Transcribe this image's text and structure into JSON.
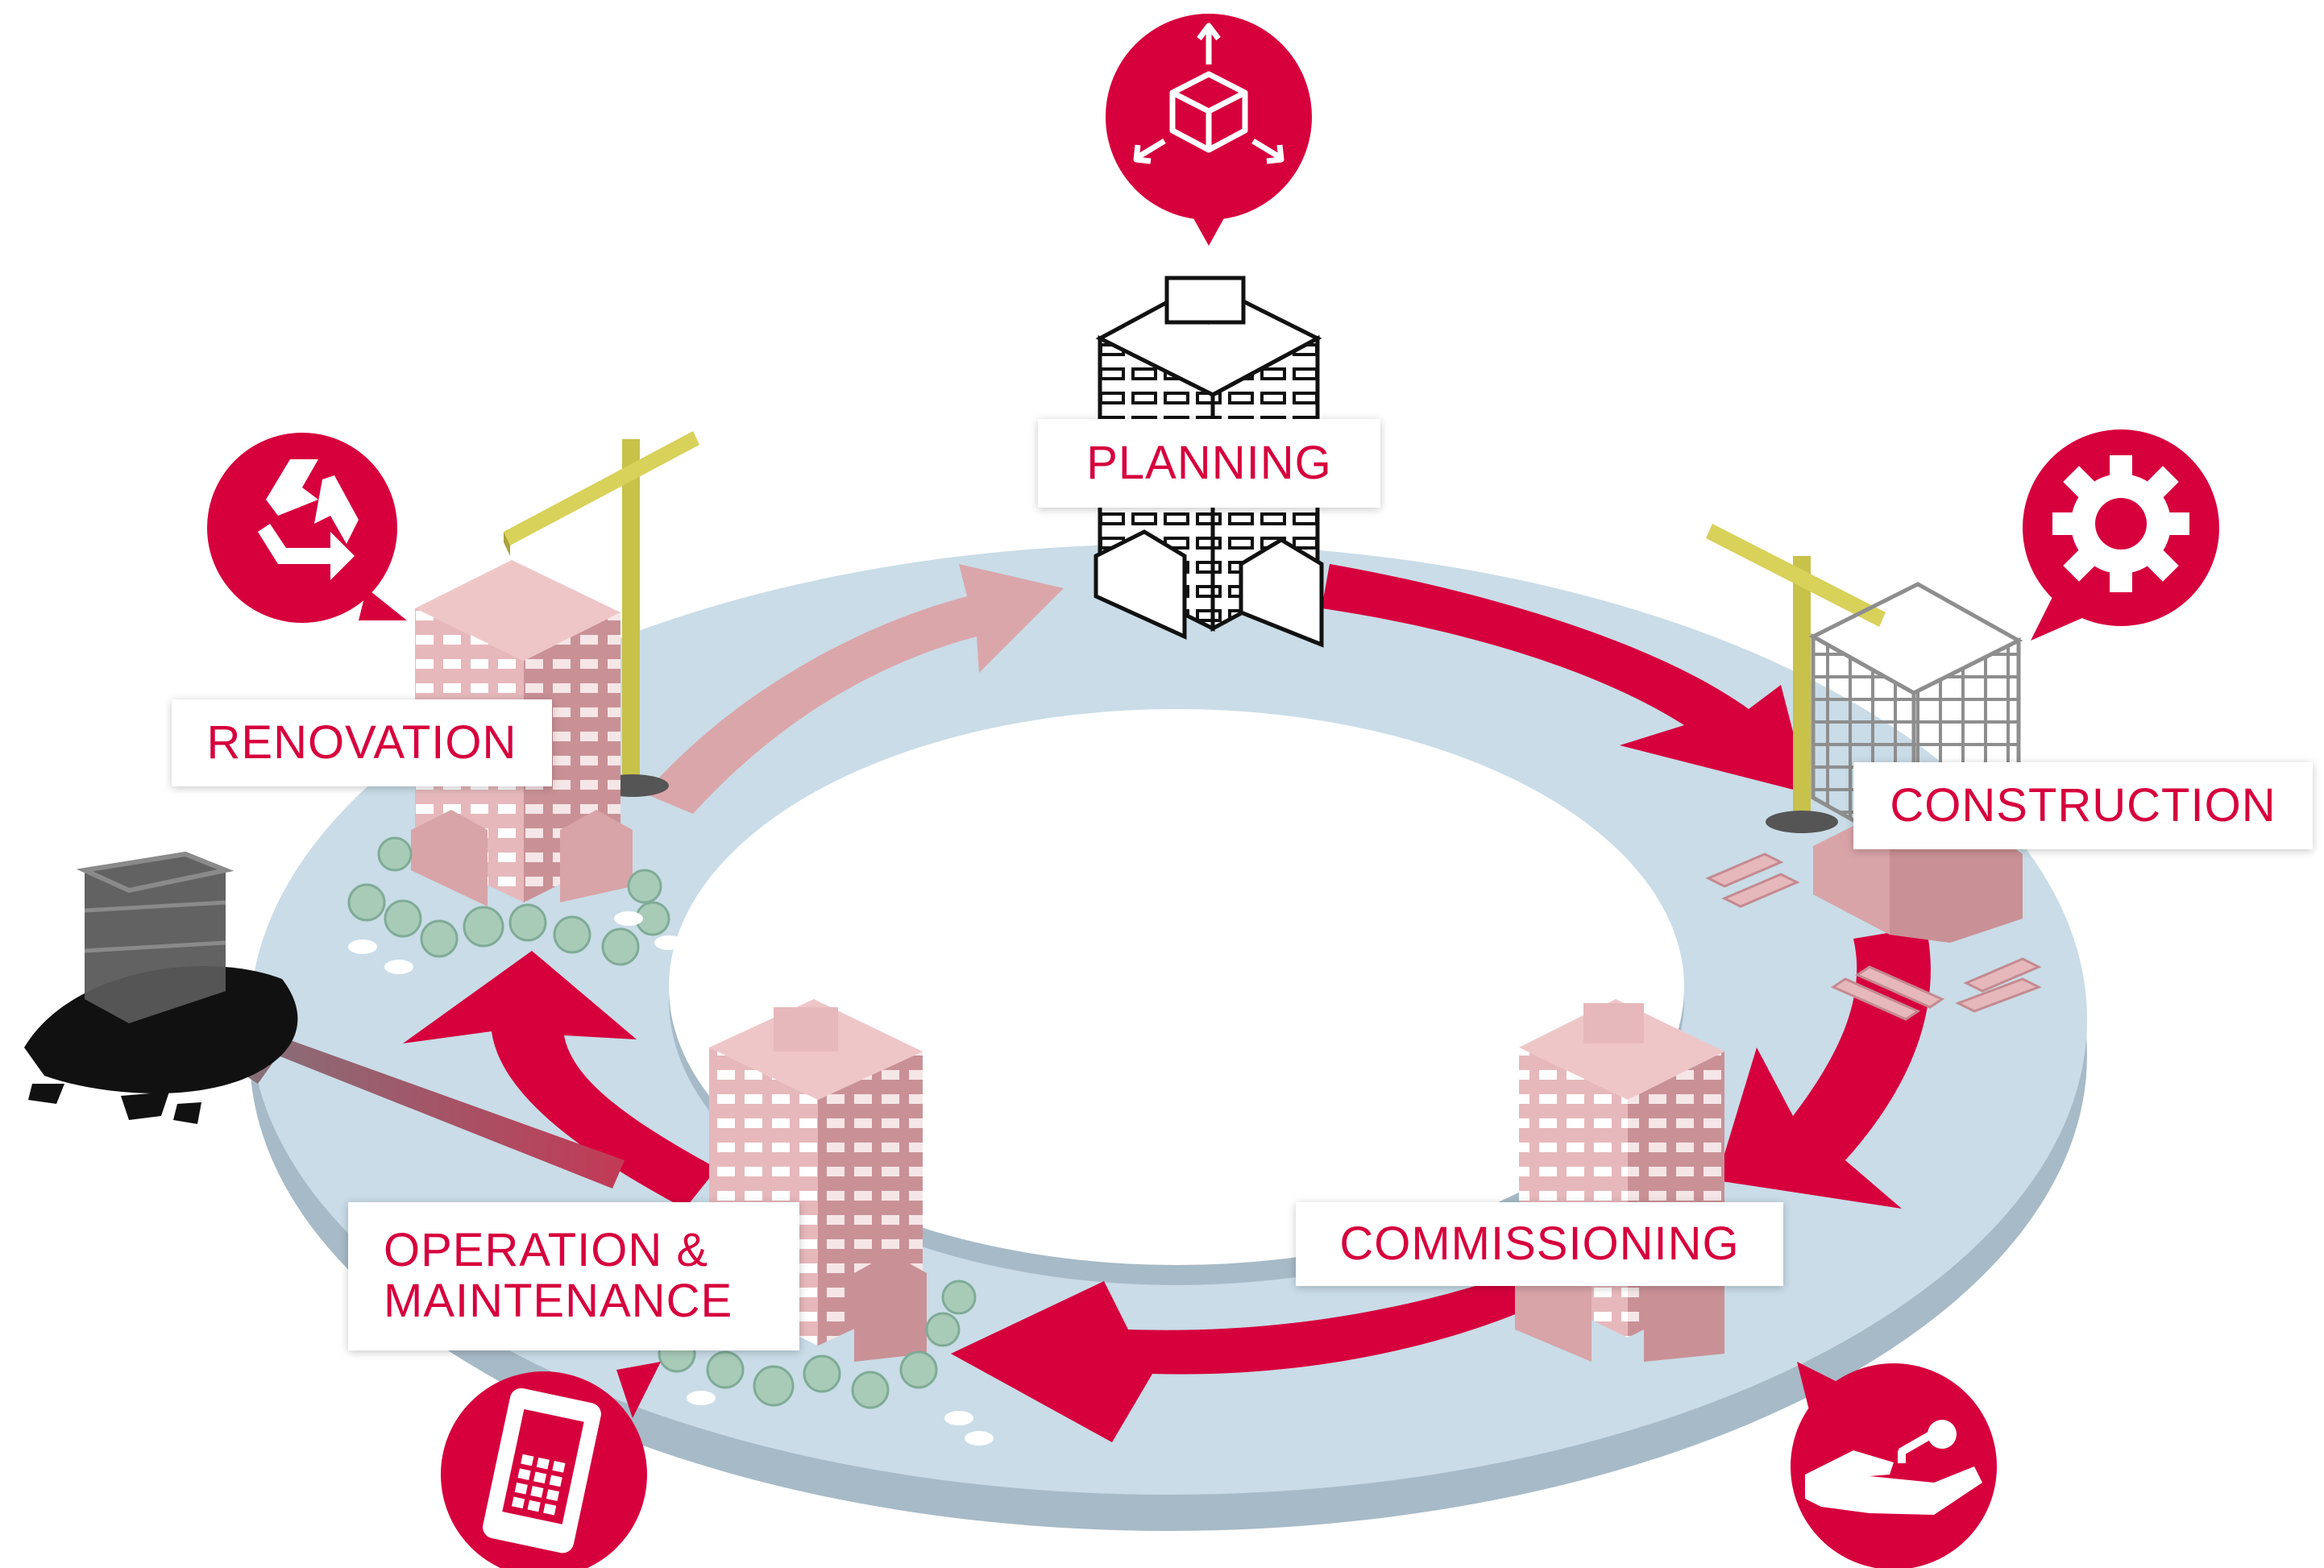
{
  "stages": {
    "planning": "PLANNING",
    "construction": "CONSTRUCTION",
    "commissioning": "COMMISSIONING",
    "operation": "OPERATION &\nMAINTENANCE",
    "renovation": "RENOVATION"
  },
  "icons": {
    "planning": "cube-arrows-icon",
    "construction": "gear-icon",
    "commissioning": "hand-key-icon",
    "operation": "smartphone-icon",
    "renovation": "recycle-icon"
  },
  "colors": {
    "accent": "#d6003d",
    "ring": "#c9dce7",
    "ring_side": "#a7bac7",
    "building_pink": "#e3b3b7",
    "crane": "#c8c14a",
    "faded_arrow": "#dba6aa"
  }
}
